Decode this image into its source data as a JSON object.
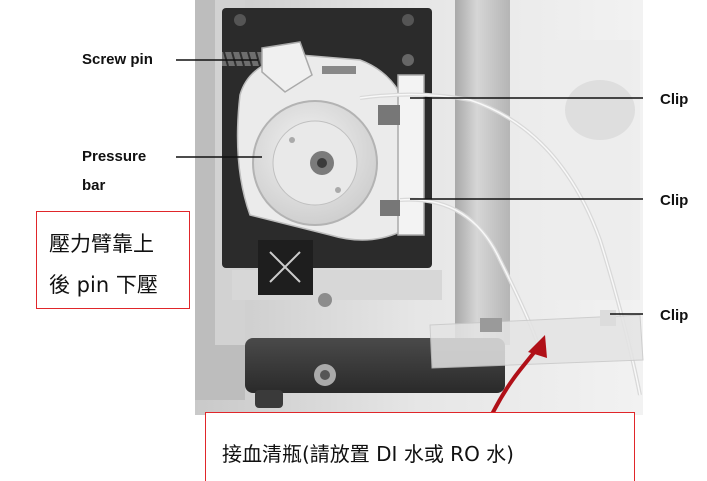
{
  "labels": {
    "screw_pin": "Screw pin",
    "pressure_line1": "Pressure",
    "pressure_line2": "bar",
    "clip_top": "Clip",
    "clip_middle": "Clip",
    "clip_bottom": "Clip"
  },
  "notes": {
    "pressure_note_line1": "壓力臂靠上",
    "pressure_note_line2": "後 pin 下壓",
    "bottle_note": "接血清瓶(請放置 DI 水或 RO 水)"
  },
  "colors": {
    "annotation_red": "#e0262a",
    "arrow_red": "#b01018"
  }
}
